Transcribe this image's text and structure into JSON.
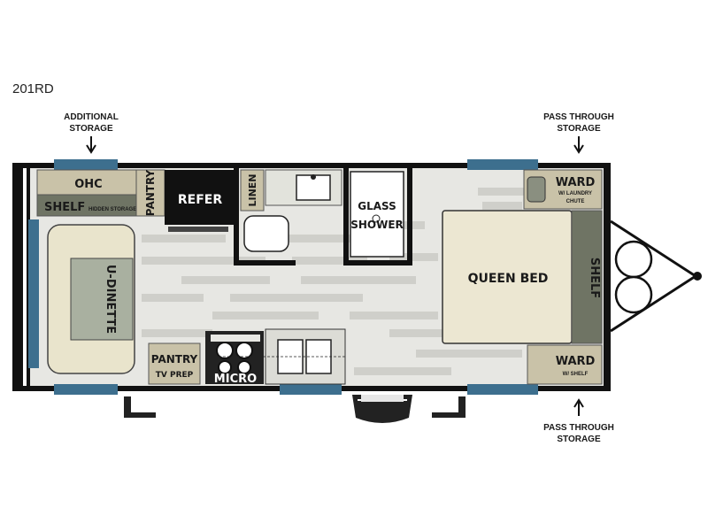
{
  "model": "201RD",
  "callouts": {
    "top_left": [
      "ADDITIONAL",
      "STORAGE"
    ],
    "top_right": [
      "PASS THROUGH",
      "STORAGE"
    ],
    "bottom_right": [
      "PASS THROUGH",
      "STORAGE"
    ]
  },
  "rooms": {
    "ohc": "OHC",
    "shelf_left": "SHELF",
    "hidden_storage": "HIDDEN STORAGE",
    "pantry_top": "PANTRY",
    "refer": "REFER",
    "linen": "LINEN",
    "glass_shower_1": "GLASS",
    "glass_shower_2": "SHOWER",
    "ward_top": "WARD",
    "ward_top_sub_1": "W/ LAUNDRY",
    "ward_top_sub_2": "CHUTE",
    "queen_bed": "QUEEN BED",
    "shelf_right": "SHELF",
    "ward_bottom": "WARD",
    "ward_bottom_sub": "W/ SHELF",
    "u_dinette": "U-DINETTE",
    "pantry_bottom": "PANTRY",
    "tv_prep": "TV PREP",
    "micro": "MICRO"
  },
  "colors": {
    "wall": "#111111",
    "cabinet": "#c9c2a8",
    "cabinet_dark": "#6f7464",
    "window": "#3d6f8e",
    "floor_light": "#e7e7e3",
    "floor_dark": "#c8c8c3",
    "bed": "#ece7d2",
    "cushion": "#e9e4cc",
    "dinette_back": "#a9b0a0"
  }
}
